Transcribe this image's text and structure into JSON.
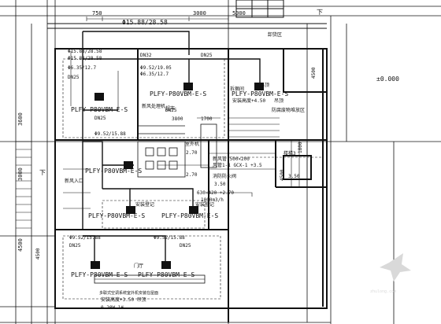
{
  "top_dims": {
    "d1": "750",
    "d2": "3000",
    "d3": "5000",
    "pipe_main": "Φ15.88/28.58"
  },
  "top_labels": {
    "down1": "下",
    "down2": "下",
    "unload": "卸货区"
  },
  "left_dims": {
    "d1": "3600",
    "d2": "3000",
    "d3": "4500"
  },
  "level": "±0.000",
  "pipes": {
    "p1": "Φ15.88/28.58",
    "p2": "Φ6.35/12.7",
    "p3": "Φ9.52/19.05",
    "p4": "Φ6.35/12.7",
    "p5": "Φ9.52/15.88",
    "p6": "Φ9.52/15.88",
    "p7": "Φ9.52/15.88",
    "p8": "Φ15.88/28.58"
  },
  "dn": {
    "a": "DN32",
    "b": "DN25",
    "c": "DN25",
    "d": "DN25",
    "e": "DN25",
    "f": "DN25",
    "g": "DN25"
  },
  "units": {
    "u1": "PLFY-P80VBM-E-S",
    "u2": "PLFY-P80VBM-E-S",
    "u3": "PLFY-P80VBM-E-S",
    "u4": "PLFY-P80VBM-E-S",
    "u5": "PLFY-P80VBM-E-S",
    "u6": "PLFY-P80VBM-E-S",
    "u7": "PLFY-P80VBM-E-S",
    "u8": "PLFY-P80VBM-E-S"
  },
  "rooms": {
    "r1": "超市",
    "r2": "拆捆间",
    "r3": "安装高度+4.50",
    "r4": "吊顶",
    "r5": "防腐废物堆放区",
    "r6": "安装登记",
    "r7": "安装登记",
    "r8": "门厅",
    "r9": "安装高度+3.50 吊顶",
    "r10": "0.20W 1#",
    "r11": "楼梯3",
    "r12": "吊顶"
  },
  "inner_dims": {
    "a": "3800",
    "b": "1700",
    "c": "4500",
    "d": "1800",
    "e": "4500",
    "f": "4500"
  },
  "notes": {
    "n1": "新风处理机",
    "n2": "室外机",
    "n3": "新风入口",
    "n4": "新风管 500×200",
    "n5": "风管1-1 GCX-1 +3.5",
    "n6": "消防防火阀",
    "n7": "3.50",
    "n8": "630×420 +2.70",
    "n9": "1000m3/h",
    "n10": "2.70",
    "n11": "2.70",
    "n12": "3.50",
    "n13": "多联式空调系统室外机安装在屋面"
  },
  "watermark": "zhulong.com",
  "colors": {
    "line": "#111111",
    "bg": "#ffffff"
  }
}
